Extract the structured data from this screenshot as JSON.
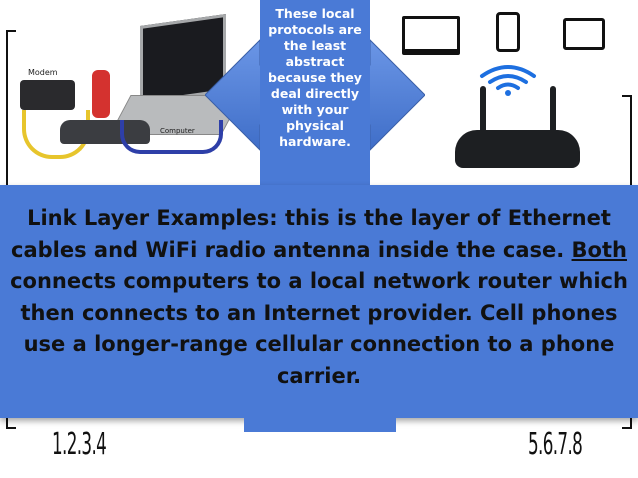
{
  "left_photo": {
    "modem_label": "Modem",
    "computer_label": "Computer"
  },
  "callout": {
    "text": "These local protocols are the least abstract because they deal directly with your physical hardware."
  },
  "main": {
    "line1": "Link Layer Examples: this is the layer of  Ethernet",
    "line2_pre": "cables and  WiFi radio antenna inside the case. ",
    "line2_underlined": "Both",
    "line3": "connects computers to a local network router which",
    "line4": "then connects to an Internet provider. Cell phones",
    "line5": "use a longer-range cellular connection to a phone",
    "line6": "carrier."
  },
  "footer": {
    "left_numbers": "1.2.3.4",
    "right_numbers": "5.6.7.8"
  },
  "colors": {
    "panel_blue": "#4a7ad6",
    "arrow_blue": "#5b86d9",
    "cable_yellow": "#e7c52c",
    "cable_blue": "#2e3fa8",
    "wifi_blue": "#1d6fe0"
  },
  "icons": [
    "laptop-icon",
    "phone-icon",
    "tablet-icon",
    "wifi-icon",
    "router-image",
    "wired-setup-photo"
  ]
}
